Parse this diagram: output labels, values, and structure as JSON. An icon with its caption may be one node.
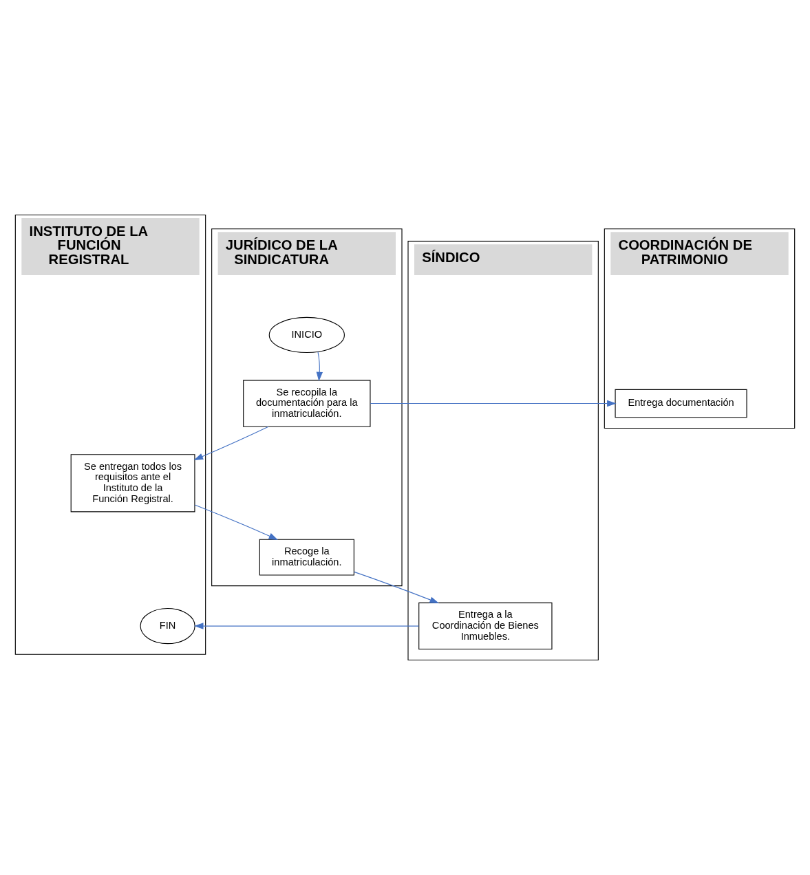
{
  "diagram": {
    "nodes": [
      {
        "text": [
          "JURÍDICO DE LA SINDICATURA"
        ]
      },
      {
        "text": [
          "COORDINACIÓN DE PATRIMONIO"
        ]
      },
      {
        "text": [
          "INSTITUTO DE LA FUNCIÓN REGISTRAL"
        ]
      },
      {
        "text": [
          "SÍNDICO"
        ]
      },
      {
        "text": [
          "INICIO"
        ],
        "in": 0
      },
      {
        "text": [
          "Se recopila la documentación para la inmatriculación."
        ],
        "in": 0
      },
      {
        "text": [
          "Entrega documentación"
        ],
        "in": 1
      },
      {
        "text": [
          "Se entregan todos los requisitos ante el Instituto de la Función Registral."
        ],
        "in": 2
      },
      {
        "text": [
          "Recoge la inmatriculación."
        ],
        "in": 0
      },
      {
        "text": [
          "Entrega a la Coordinación de Bienes Inmuebles."
        ],
        "in": 3
      },
      {
        "text": [
          "FIN"
        ],
        "in": 2
      }
    ],
    "edges": [
      {
        "from": 4,
        "to": 5,
        "arrow": "to"
      },
      {
        "from": 5,
        "to": 6,
        "arrow": "to"
      },
      {
        "from": 5,
        "to": 7,
        "arrow": "to"
      },
      {
        "from": 7,
        "to": 8,
        "arrow": "to"
      },
      {
        "from": 8,
        "to": 9,
        "arrow": "to"
      },
      {
        "from": 9,
        "to": 10,
        "arrow": "to"
      }
    ]
  }
}
